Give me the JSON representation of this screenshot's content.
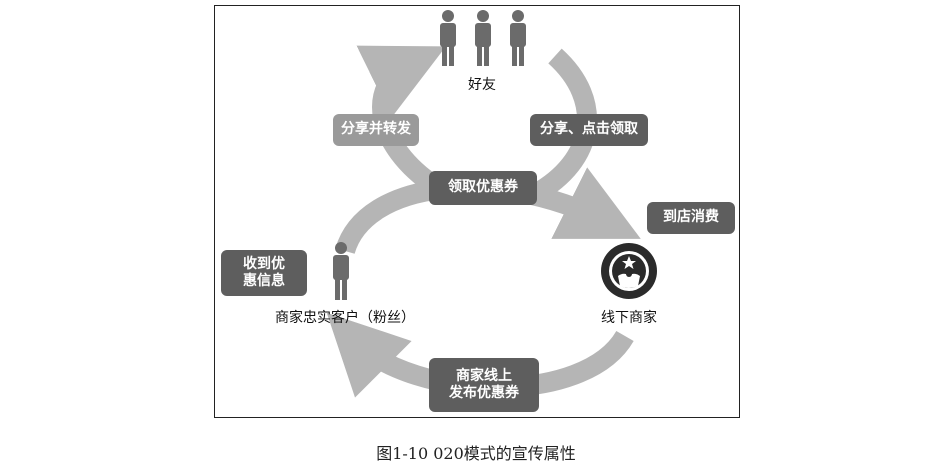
{
  "diagram": {
    "nodes": {
      "friends": "好友",
      "loyal_customer": "商家忠实客户（粉丝）",
      "offline_merchant": "线下商家"
    },
    "actions": {
      "share_forward": "分享并转发",
      "share_click_claim": "分享、点击领取",
      "claim_coupon": "领取优惠券",
      "visit_store": "到店消费",
      "receive_offer": "收到优\n惠信息",
      "merchant_publish": "商家线上\n发布优惠券"
    },
    "logo": "starbucks-logo",
    "colors": {
      "arrow": "#b5b5b5",
      "pill_dark": "#5e5e5e",
      "pill_light": "#9a9a9a",
      "person": "#6b6b6b"
    }
  },
  "caption": "图1-10 020模式的宣传属性"
}
